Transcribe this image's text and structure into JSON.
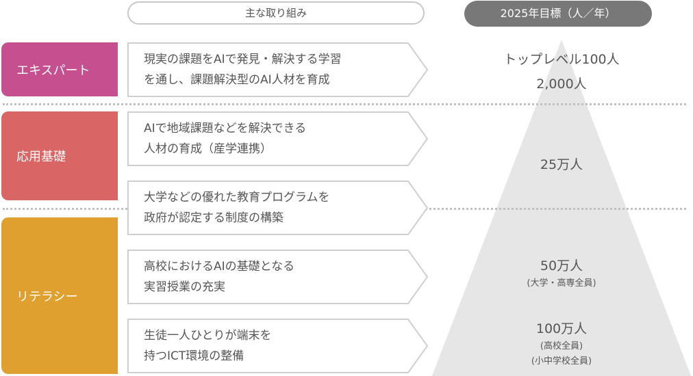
{
  "header": {
    "left_title": "主な取り組み",
    "right_title": "2025年目標（人／年）"
  },
  "categories": [
    {
      "label": "エキスパート",
      "color": "#c64f90"
    },
    {
      "label": "応用基礎",
      "color": "#d96565"
    },
    {
      "label": "リテラシー",
      "color": "#e0a030"
    }
  ],
  "initiatives": [
    {
      "line1": "現実の課題をAIで発見・解決する学習",
      "line2": "を通し、課題解決型のAI人材を育成"
    },
    {
      "line1": "AIで地域課題などを解決できる",
      "line2": "人材の育成（産学連携）"
    },
    {
      "line1": "大学などの優れた教育プログラムを",
      "line2": "政府が認定する制度の構築"
    },
    {
      "line1": "高校におけるAIの基礎となる",
      "line2": "実習授業の充実"
    },
    {
      "line1": "生徒一人ひとりが端末を",
      "line2": "持つICT環境の整備"
    }
  ],
  "targets": {
    "expert_top": "トップレベル100人",
    "expert": "2,000人",
    "applied": "25万人",
    "literacy_univ": "50万人",
    "literacy_univ_note": "(大学・高専全員)",
    "literacy_school": "100万人",
    "literacy_school_note1": "(高校全員)",
    "literacy_school_note2": "(小中学校全員)"
  },
  "colors": {
    "pyramid": "#e6e6e6",
    "box_border": "#cfcfcf",
    "header_right_bg": "#787878"
  }
}
